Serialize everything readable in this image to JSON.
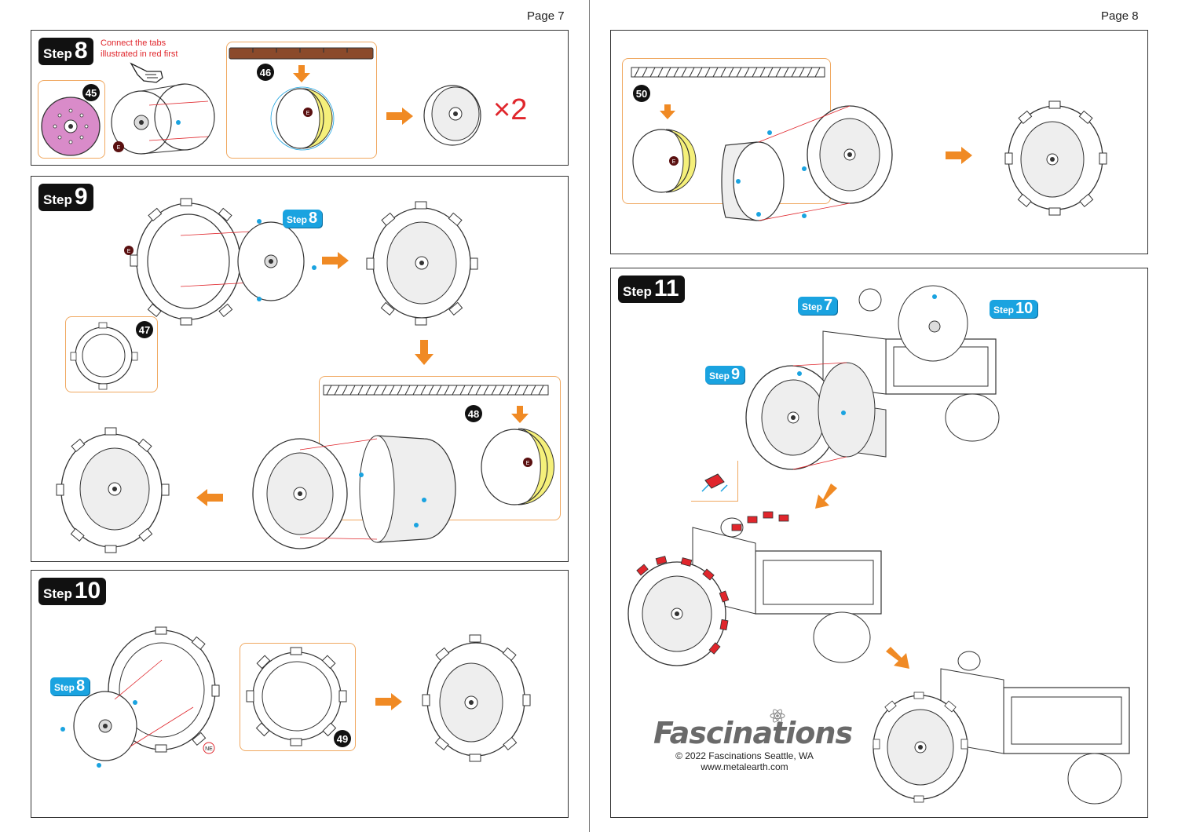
{
  "pages": {
    "left": "Page 7",
    "right": "Page 8"
  },
  "step8": {
    "word": "Step",
    "number": "8",
    "note_line1": "Connect the tabs",
    "note_line2": "illustrated in red first",
    "part_a": "45",
    "part_b": "46",
    "multiplier": "×2",
    "tab_label": "E"
  },
  "step9": {
    "word": "Step",
    "number": "9",
    "part_a": "47",
    "part_b": "48",
    "ref_word": "Step",
    "ref_number": "8",
    "tab_label": "E"
  },
  "step10": {
    "word": "Step",
    "number": "10",
    "part": "49",
    "ref_word": "Step",
    "ref_number": "8",
    "tab_label": "NE"
  },
  "step_top_right": {
    "part": "50",
    "tab_label": "E"
  },
  "step11": {
    "word": "Step",
    "number": "11",
    "refs": [
      {
        "word": "Step",
        "number": "7"
      },
      {
        "word": "Step",
        "number": "10"
      },
      {
        "word": "Step",
        "number": "9"
      }
    ]
  },
  "footer": {
    "brand": "Fascinations",
    "copyright": "© 2022 Fascinations Seattle, WA",
    "url": "www.metalearth.com"
  },
  "colors": {
    "arrow": "#f08a24",
    "blue": "#1aa3e0",
    "red": "#e0262c",
    "pink": "#d98bc9",
    "yellow": "#f5f07a",
    "callout": "#f0a860"
  }
}
